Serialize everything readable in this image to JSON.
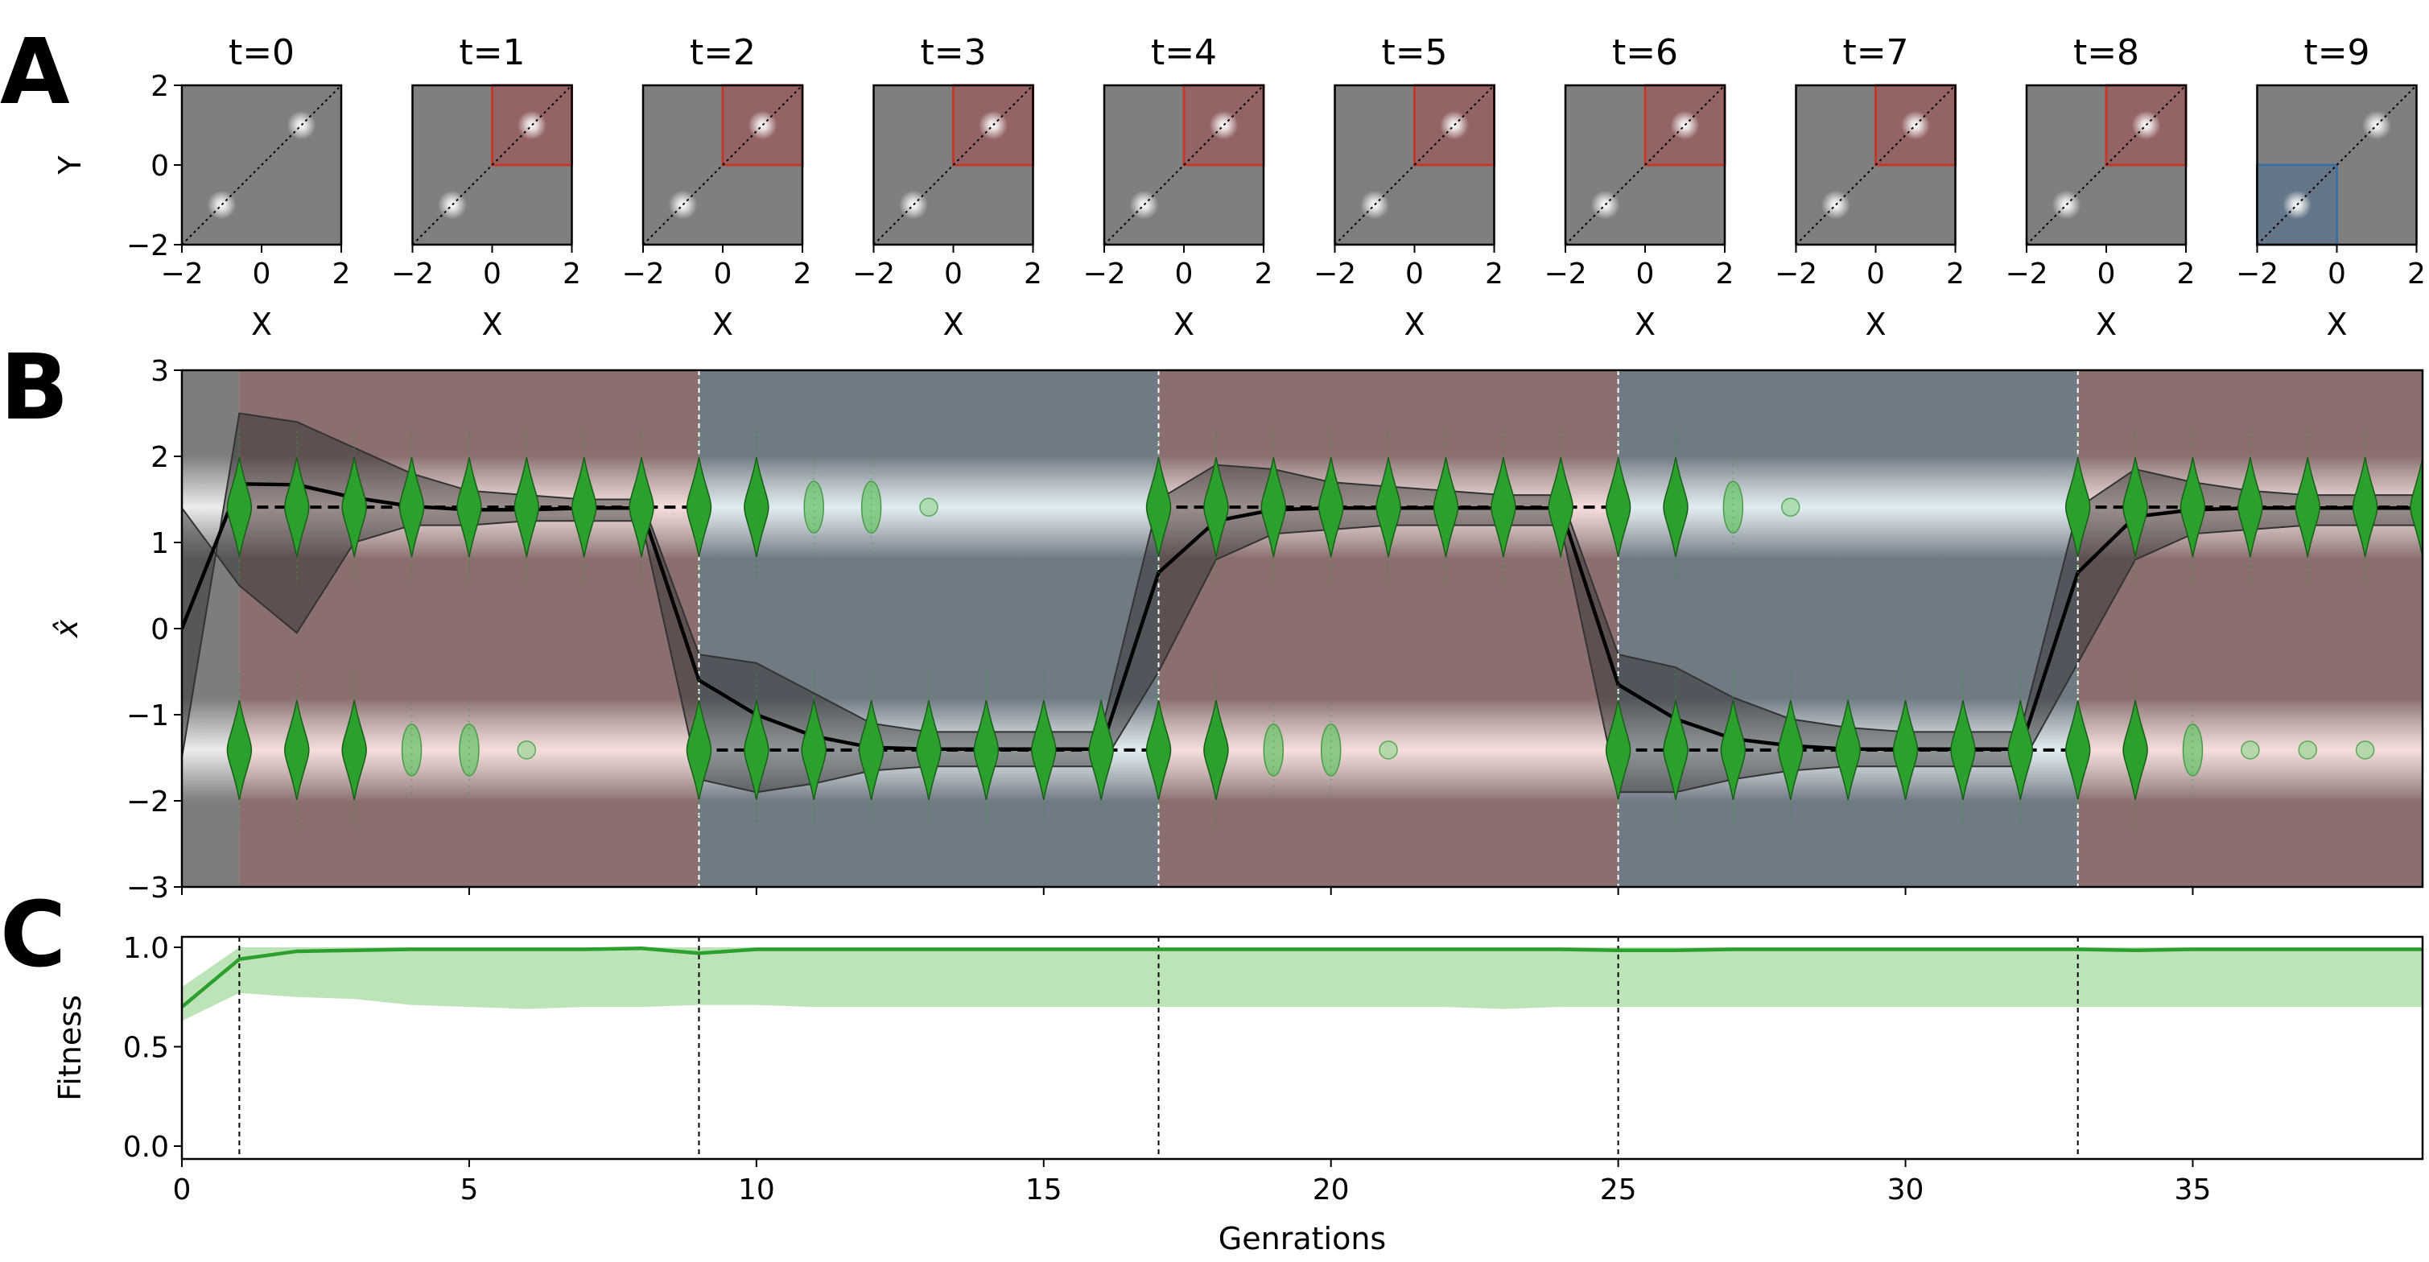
{
  "figure": {
    "panel_letters": [
      "A",
      "B",
      "C"
    ]
  },
  "colors": {
    "red_region": "#b04545",
    "blue_region": "#4f6f8f",
    "gray_bg": "#7f7f7f",
    "violin_green": "#2ca02c",
    "fitness_line": "#2ca02c",
    "fitness_band": "#b9e2b5",
    "mean_line": "#000000"
  },
  "chart_data": [
    {
      "panel": "A",
      "type": "heatmap",
      "xlabel": "X",
      "ylabel": "Y",
      "xlim": [
        -2,
        2
      ],
      "ylim": [
        -2,
        2
      ],
      "xticks": [
        "−2",
        "0",
        "2"
      ],
      "yticks": [
        "2",
        "0",
        "−2"
      ],
      "peaks": [
        [
          1,
          1
        ],
        [
          -1,
          -1
        ]
      ],
      "diagonal": "dotted y = x",
      "subplots": [
        {
          "title": "t=0",
          "highlight": "none"
        },
        {
          "title": "t=1",
          "highlight": "red"
        },
        {
          "title": "t=2",
          "highlight": "red"
        },
        {
          "title": "t=3",
          "highlight": "red"
        },
        {
          "title": "t=4",
          "highlight": "red"
        },
        {
          "title": "t=5",
          "highlight": "red"
        },
        {
          "title": "t=6",
          "highlight": "red"
        },
        {
          "title": "t=7",
          "highlight": "red"
        },
        {
          "title": "t=8",
          "highlight": "red"
        },
        {
          "title": "t=9",
          "highlight": "blue"
        }
      ]
    },
    {
      "panel": "B",
      "type": "line",
      "ylabel": "x̂",
      "xlim": [
        0,
        39
      ],
      "ylim": [
        -3,
        3
      ],
      "yticks": [
        "3",
        "2",
        "1",
        "0",
        "−1",
        "−2",
        "−3"
      ],
      "target_values": [
        1.41,
        -1.41
      ],
      "regions": [
        {
          "from": 0,
          "to": 1,
          "color": "gray"
        },
        {
          "from": 1,
          "to": 9,
          "color": "red"
        },
        {
          "from": 9,
          "to": 17,
          "color": "blue"
        },
        {
          "from": 17,
          "to": 25,
          "color": "red"
        },
        {
          "from": 25,
          "to": 33,
          "color": "blue"
        },
        {
          "from": 33,
          "to": 39,
          "color": "red"
        }
      ],
      "boundaries": [
        9,
        17,
        25,
        33
      ],
      "series": [
        {
          "values": [
            0.0,
            1.68,
            1.67,
            1.52,
            1.42,
            1.38,
            1.38,
            1.4,
            1.4,
            -0.6,
            -1.0,
            -1.25,
            -1.38,
            -1.4,
            -1.4,
            -1.4,
            -1.4,
            0.65,
            1.25,
            1.38,
            1.4,
            1.4,
            1.4,
            1.4,
            1.4,
            -0.65,
            -1.05,
            -1.28,
            -1.36,
            -1.4,
            -1.4,
            -1.4,
            -1.4,
            0.65,
            1.3,
            1.38,
            1.4,
            1.4,
            1.4,
            1.4
          ]
        },
        {
          "values": [
            -1.5,
            2.5,
            2.4,
            2.1,
            1.8,
            1.6,
            1.55,
            1.5,
            1.5,
            -0.3,
            -0.4,
            -0.75,
            -1.1,
            -1.2,
            -1.2,
            -1.2,
            -1.2,
            1.5,
            1.9,
            1.85,
            1.7,
            1.65,
            1.6,
            1.55,
            1.55,
            -0.3,
            -0.45,
            -0.8,
            -1.05,
            -1.15,
            -1.2,
            -1.2,
            -1.2,
            1.4,
            1.85,
            1.7,
            1.6,
            1.55,
            1.55,
            1.55
          ]
        },
        {
          "values": [
            1.4,
            0.5,
            -0.05,
            1.0,
            1.2,
            1.2,
            1.25,
            1.25,
            1.25,
            -1.75,
            -1.9,
            -1.8,
            -1.65,
            -1.6,
            -1.6,
            -1.6,
            -1.6,
            -0.5,
            0.8,
            1.1,
            1.15,
            1.2,
            1.2,
            1.2,
            1.2,
            -1.9,
            -1.9,
            -1.75,
            -1.65,
            -1.6,
            -1.6,
            -1.6,
            -1.6,
            -0.4,
            0.8,
            1.1,
            1.15,
            1.2,
            1.2,
            1.2
          ]
        }
      ],
      "populations": [
        {
          "gen": 1,
          "upper": "violin",
          "lower": "violin"
        },
        {
          "gen": 2,
          "upper": "violin",
          "lower": "violin"
        },
        {
          "gen": 3,
          "upper": "violin",
          "lower": "violin"
        },
        {
          "gen": 4,
          "upper": "violin",
          "lower": "small"
        },
        {
          "gen": 5,
          "upper": "violin",
          "lower": "small"
        },
        {
          "gen": 6,
          "upper": "violin",
          "lower": "dot"
        },
        {
          "gen": 7,
          "upper": "violin",
          "lower": "none"
        },
        {
          "gen": 8,
          "upper": "violin",
          "lower": "none"
        },
        {
          "gen": 9,
          "upper": "violin",
          "lower": "violin"
        },
        {
          "gen": 10,
          "upper": "violin",
          "lower": "violin"
        },
        {
          "gen": 11,
          "upper": "small",
          "lower": "violin"
        },
        {
          "gen": 12,
          "upper": "small",
          "lower": "violin"
        },
        {
          "gen": 13,
          "upper": "dot",
          "lower": "violin"
        },
        {
          "gen": 14,
          "upper": "none",
          "lower": "violin"
        },
        {
          "gen": 15,
          "upper": "none",
          "lower": "violin"
        },
        {
          "gen": 16,
          "upper": "none",
          "lower": "violin"
        },
        {
          "gen": 17,
          "upper": "violin",
          "lower": "violin"
        },
        {
          "gen": 18,
          "upper": "violin",
          "lower": "violin"
        },
        {
          "gen": 19,
          "upper": "violin",
          "lower": "small"
        },
        {
          "gen": 20,
          "upper": "violin",
          "lower": "small"
        },
        {
          "gen": 21,
          "upper": "violin",
          "lower": "dot"
        },
        {
          "gen": 22,
          "upper": "violin",
          "lower": "none"
        },
        {
          "gen": 23,
          "upper": "violin",
          "lower": "none"
        },
        {
          "gen": 24,
          "upper": "violin",
          "lower": "none"
        },
        {
          "gen": 25,
          "upper": "violin",
          "lower": "violin"
        },
        {
          "gen": 26,
          "upper": "violin",
          "lower": "violin"
        },
        {
          "gen": 27,
          "upper": "small",
          "lower": "violin"
        },
        {
          "gen": 28,
          "upper": "dot",
          "lower": "violin"
        },
        {
          "gen": 29,
          "upper": "none",
          "lower": "violin"
        },
        {
          "gen": 30,
          "upper": "none",
          "lower": "violin"
        },
        {
          "gen": 31,
          "upper": "none",
          "lower": "violin"
        },
        {
          "gen": 32,
          "upper": "none",
          "lower": "violin"
        },
        {
          "gen": 33,
          "upper": "violin",
          "lower": "violin"
        },
        {
          "gen": 34,
          "upper": "violin",
          "lower": "violin"
        },
        {
          "gen": 35,
          "upper": "violin",
          "lower": "small"
        },
        {
          "gen": 36,
          "upper": "violin",
          "lower": "dot"
        },
        {
          "gen": 37,
          "upper": "violin",
          "lower": "dot"
        },
        {
          "gen": 38,
          "upper": "violin",
          "lower": "dot"
        },
        {
          "gen": 39,
          "upper": "violin",
          "lower": "none"
        }
      ]
    },
    {
      "panel": "C",
      "type": "line",
      "xlabel": "Genrations",
      "ylabel": "Fitness",
      "xlim": [
        0,
        39
      ],
      "ylim": [
        0,
        1.05
      ],
      "xticks": [
        "0",
        "5",
        "10",
        "15",
        "20",
        "25",
        "30",
        "35"
      ],
      "yticks": [
        "1.0",
        "0.5",
        "0.0"
      ],
      "boundaries": [
        1,
        9,
        17,
        25,
        33
      ],
      "series": [
        {
          "values": [
            0.7,
            0.94,
            0.98,
            0.985,
            0.99,
            0.99,
            0.99,
            0.99,
            0.995,
            0.97,
            0.99,
            0.99,
            0.99,
            0.99,
            0.99,
            0.99,
            0.99,
            0.99,
            0.99,
            0.99,
            0.99,
            0.99,
            0.99,
            0.99,
            0.99,
            0.985,
            0.985,
            0.99,
            0.99,
            0.99,
            0.99,
            0.99,
            0.99,
            0.99,
            0.985,
            0.99,
            0.99,
            0.99,
            0.99,
            0.99
          ]
        },
        {
          "values": [
            0.63,
            0.77,
            0.75,
            0.74,
            0.71,
            0.7,
            0.69,
            0.7,
            0.7,
            0.71,
            0.71,
            0.7,
            0.7,
            0.7,
            0.7,
            0.7,
            0.7,
            0.7,
            0.7,
            0.7,
            0.7,
            0.7,
            0.7,
            0.69,
            0.7,
            0.7,
            0.7,
            0.7,
            0.7,
            0.7,
            0.7,
            0.7,
            0.7,
            0.7,
            0.7,
            0.7,
            0.7,
            0.7,
            0.7,
            0.7
          ]
        },
        {
          "values": [
            0.8,
            1.0,
            1.0,
            1.0,
            1.0,
            1.0,
            1.0,
            1.0,
            1.0,
            1.0,
            1.0,
            1.0,
            1.0,
            1.0,
            1.0,
            1.0,
            1.0,
            1.0,
            1.0,
            1.0,
            1.0,
            1.0,
            1.0,
            1.0,
            1.0,
            1.0,
            1.0,
            1.0,
            1.0,
            1.0,
            1.0,
            1.0,
            1.0,
            1.0,
            1.0,
            1.0,
            1.0,
            1.0,
            1.0,
            1.0
          ]
        }
      ]
    }
  ]
}
